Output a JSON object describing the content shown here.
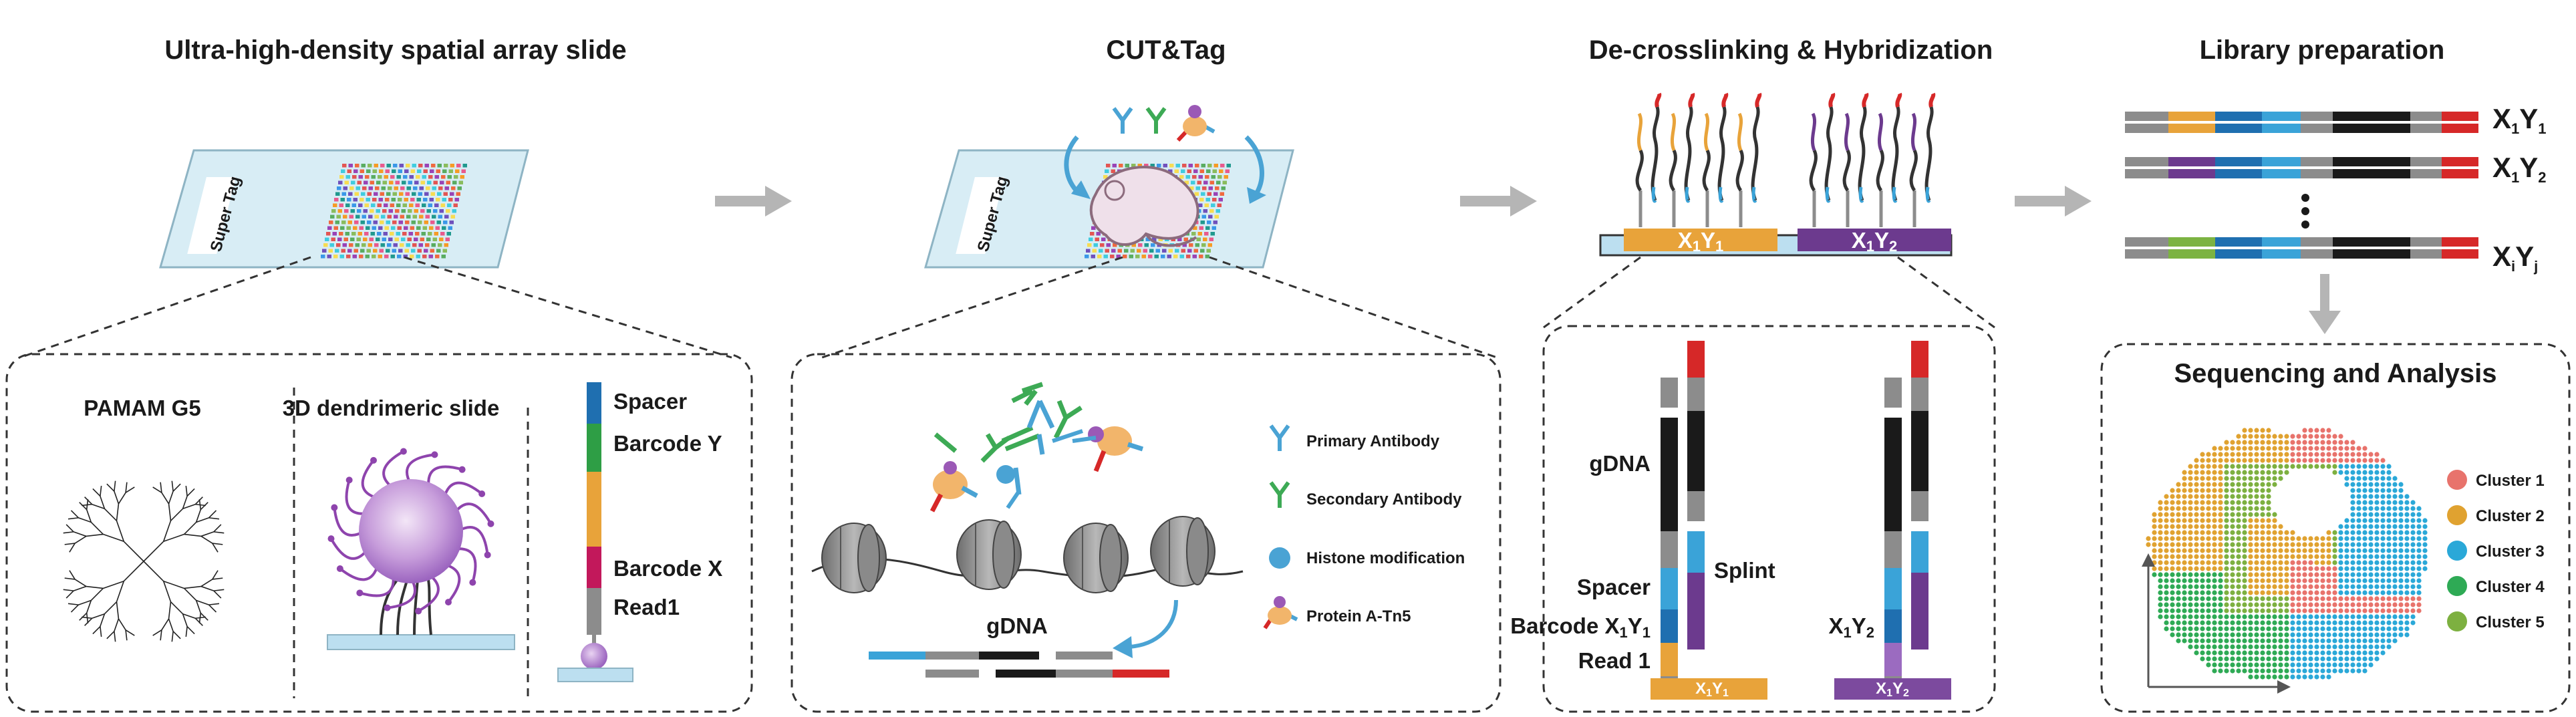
{
  "titles": {
    "array": "Ultra-high-density spatial array slide",
    "cuttag": "CUT&Tag",
    "hyb": "De-crosslinking & Hybridization",
    "lib": "Library preparation",
    "seq": "Sequencing and Analysis"
  },
  "slide_label": "Super Tag",
  "panel1": {
    "pamam": "PAMAM G5",
    "dendrimeric": "3D dendrimeric slide",
    "spacer": "Spacer",
    "barcode_y": "Barcode Y",
    "barcode_x": "Barcode X",
    "read1": "Read1"
  },
  "panel2": {
    "legend": [
      "Primary Antibody",
      "Secondary Antibody",
      "Histone modification",
      "Protein A-Tn5"
    ],
    "gdna": "gDNA"
  },
  "hyb_spots": [
    {
      "base": "X",
      "sub1": "1",
      "mid": "Y",
      "sub2": "1"
    },
    {
      "base": "X",
      "sub1": "1",
      "mid": "Y",
      "sub2": "2"
    }
  ],
  "panel3": {
    "gdna": "gDNA",
    "spacer": "Spacer",
    "splint": "Splint",
    "barcode": {
      "base": "Barcode X",
      "sub1": "1",
      "mid": "Y",
      "sub2": "1"
    },
    "read1": "Read 1",
    "x1y2": {
      "base": "X",
      "sub1": "1",
      "mid": "Y",
      "sub2": "2"
    },
    "spot_a": {
      "base": "X",
      "sub1": "1",
      "mid": "Y",
      "sub2": "1"
    },
    "spot_b": {
      "base": "X",
      "sub1": "1",
      "mid": "Y",
      "sub2": "2"
    }
  },
  "library": [
    {
      "base": "X",
      "sub1": "1",
      "mid": "Y",
      "sub2": "1"
    },
    {
      "base": "X",
      "sub1": "1",
      "mid": "Y",
      "sub2": "2"
    },
    {
      "base": "X",
      "sub1": "i",
      "mid": "Y",
      "sub2": "j"
    }
  ],
  "clusters": [
    {
      "name": "Cluster 1",
      "color": "#e8736c"
    },
    {
      "name": "Cluster 2",
      "color": "#e0a230"
    },
    {
      "name": "Cluster 3",
      "color": "#2aa8d8"
    },
    {
      "name": "Cluster 4",
      "color": "#2eaa55"
    },
    {
      "name": "Cluster 5",
      "color": "#7db040"
    }
  ],
  "colors": {
    "gray": "#8c8c8c",
    "orange": "#e8a33a",
    "purple": "#6c3a8e",
    "blue": "#1f6fb0",
    "lightblue": "#3aa3d8",
    "black": "#1a1a1a",
    "red": "#d62828",
    "green": "#7cb342",
    "slide": "#d8edf5",
    "pink": "#c2185b",
    "greenbar": "#2e9e45"
  }
}
